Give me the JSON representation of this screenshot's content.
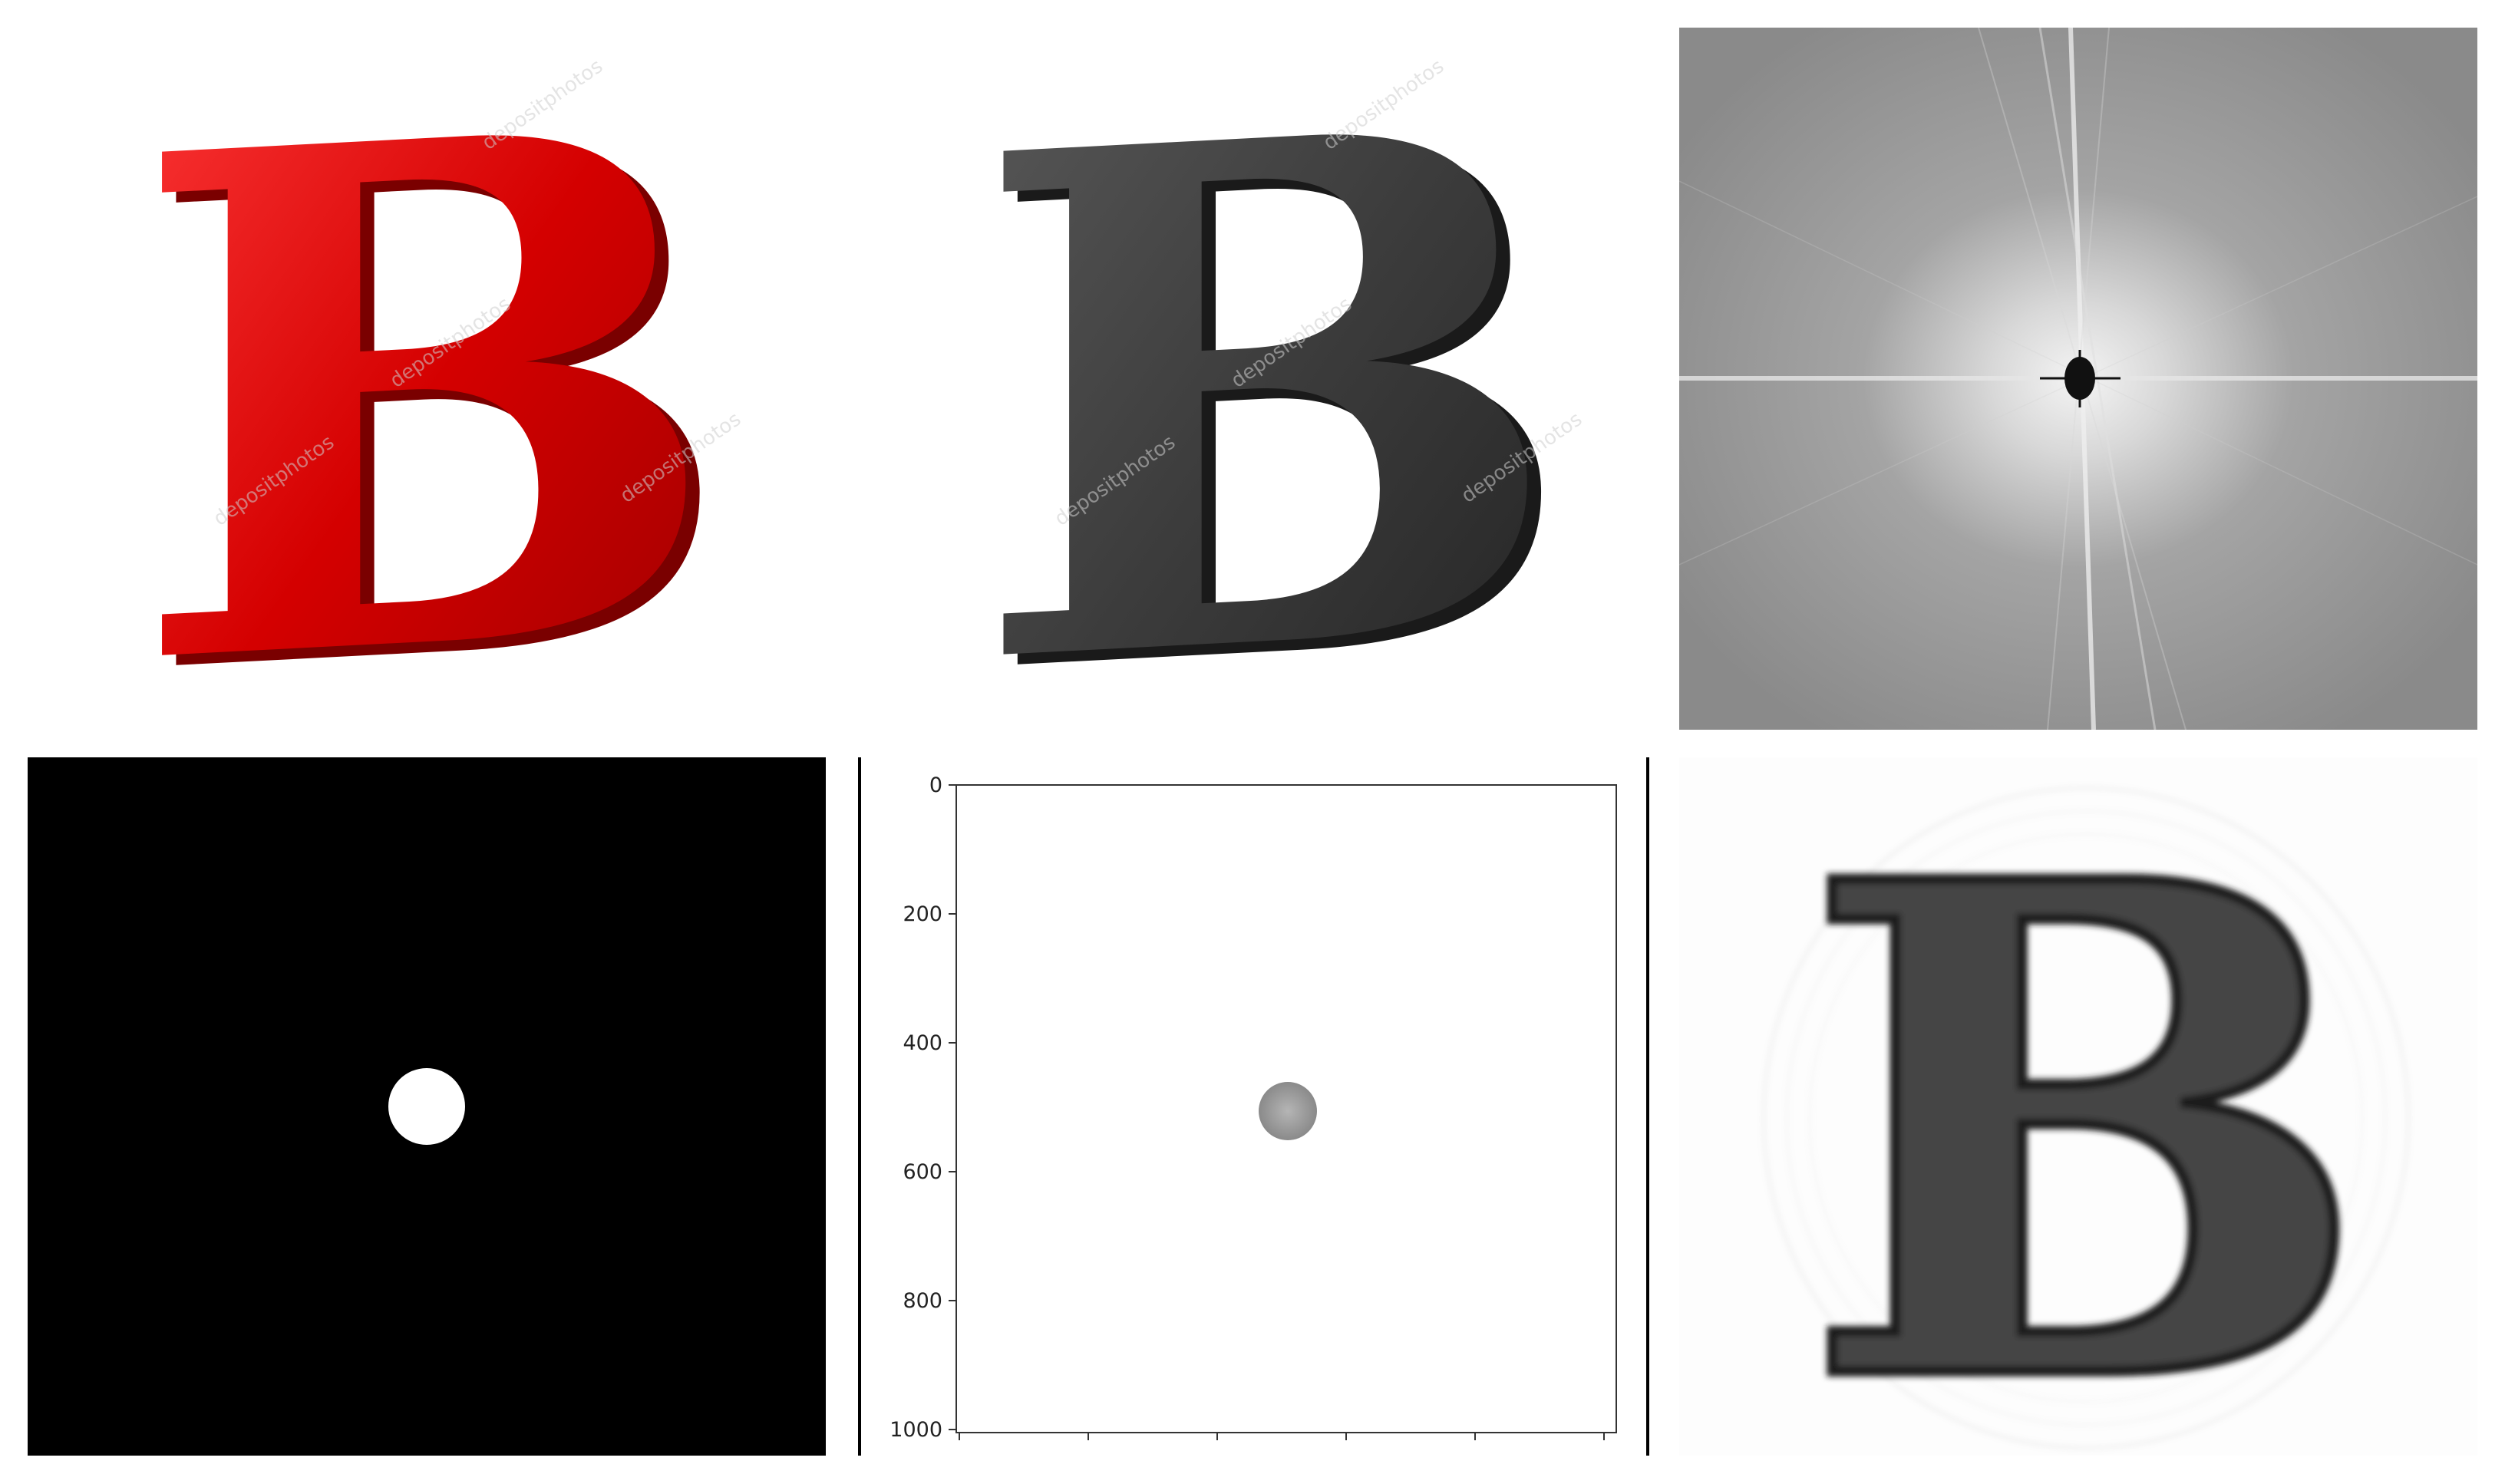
{
  "panels": {
    "original": {
      "title": "",
      "letter": "B",
      "color": "#d40000",
      "watermark": "depositphotos"
    },
    "grayscale": {
      "title": "",
      "letter": "B",
      "color": "#3c3c3c",
      "watermark": "depositphotos"
    },
    "spectrum": {
      "title": "",
      "background": "#8d8d8d"
    },
    "mask": {
      "title": "",
      "background": "#000000",
      "circle_color": "#ffffff"
    },
    "masked_spectrum": {
      "title": "",
      "y_ticks": [
        "0",
        "200",
        "400",
        "600",
        "800",
        "1000"
      ],
      "x_tick_count": 6
    },
    "reconstruction": {
      "title": "",
      "letter": "B",
      "color": "#404040"
    }
  }
}
